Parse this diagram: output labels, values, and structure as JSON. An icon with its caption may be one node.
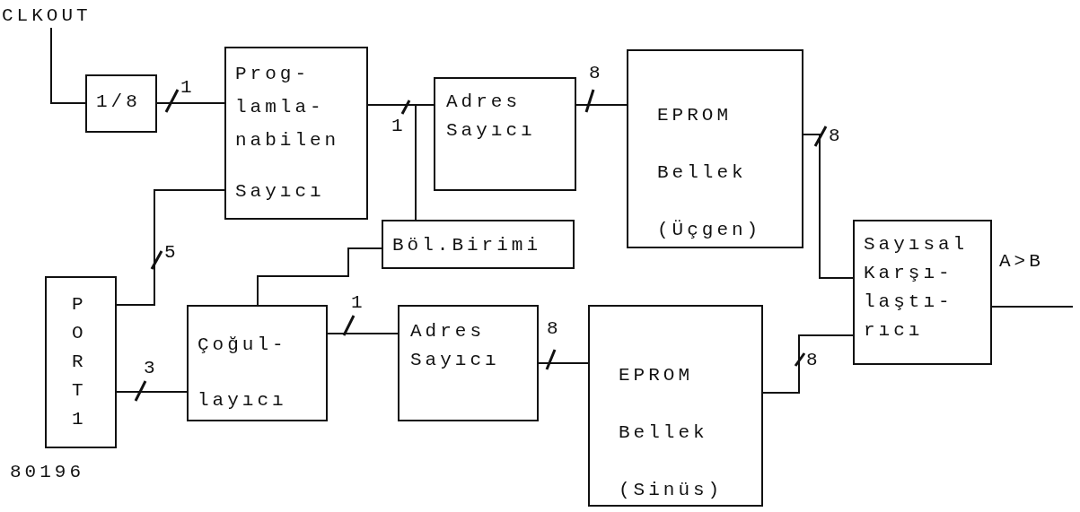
{
  "diagram": {
    "nodes": [
      {
        "text": [
          "CLKOUT"
        ]
      },
      {
        "text": [
          "1/8"
        ]
      },
      {
        "text": [
          "Prog- lamla- nabilen",
          "Sayıcı"
        ]
      },
      {
        "text": [
          "Adres Sayıcı"
        ]
      },
      {
        "text": [
          "EPROM Bellek (Üçgen)"
        ]
      },
      {
        "text": [
          "Böl.Birimi"
        ]
      },
      {
        "text": [
          "PORT1"
        ],
        "beside": [
          "80196"
        ]
      },
      {
        "text": [
          "Çoğul- layıcı"
        ]
      },
      {
        "text": [
          "Adres Sayıcı"
        ]
      },
      {
        "text": [
          "EPROM Bellek (Sinüs)"
        ]
      },
      {
        "text": [
          "Sayısal Karşı- laştı- rıcı"
        ]
      }
    ],
    "edges": [
      {
        "from": 0,
        "to": 1,
        "arrow": "none"
      },
      {
        "from": 1,
        "to": 2,
        "arrow": "none",
        "label": "1"
      },
      {
        "from": 2,
        "to": 3,
        "arrow": "none",
        "label": "1"
      },
      {
        "from": 2,
        "to": 5,
        "arrow": "none"
      },
      {
        "from": 3,
        "to": 4,
        "arrow": "none",
        "label": "8"
      },
      {
        "from": 4,
        "to": 10,
        "arrow": "none",
        "label": "8"
      },
      {
        "from": 2,
        "to": 6,
        "arrow": "none",
        "label": "5"
      },
      {
        "from": 6,
        "to": 7,
        "arrow": "none",
        "label": "3"
      },
      {
        "from": 5,
        "to": 7,
        "arrow": "none"
      },
      {
        "from": 7,
        "to": 8,
        "arrow": "none",
        "label": "1"
      },
      {
        "from": 8,
        "to": 9,
        "arrow": "none",
        "label": "8"
      },
      {
        "from": 9,
        "to": 10,
        "arrow": "none",
        "label": "8"
      },
      {
        "from": 10,
        "to": null,
        "arrow": "none",
        "label": "A>B"
      }
    ]
  }
}
